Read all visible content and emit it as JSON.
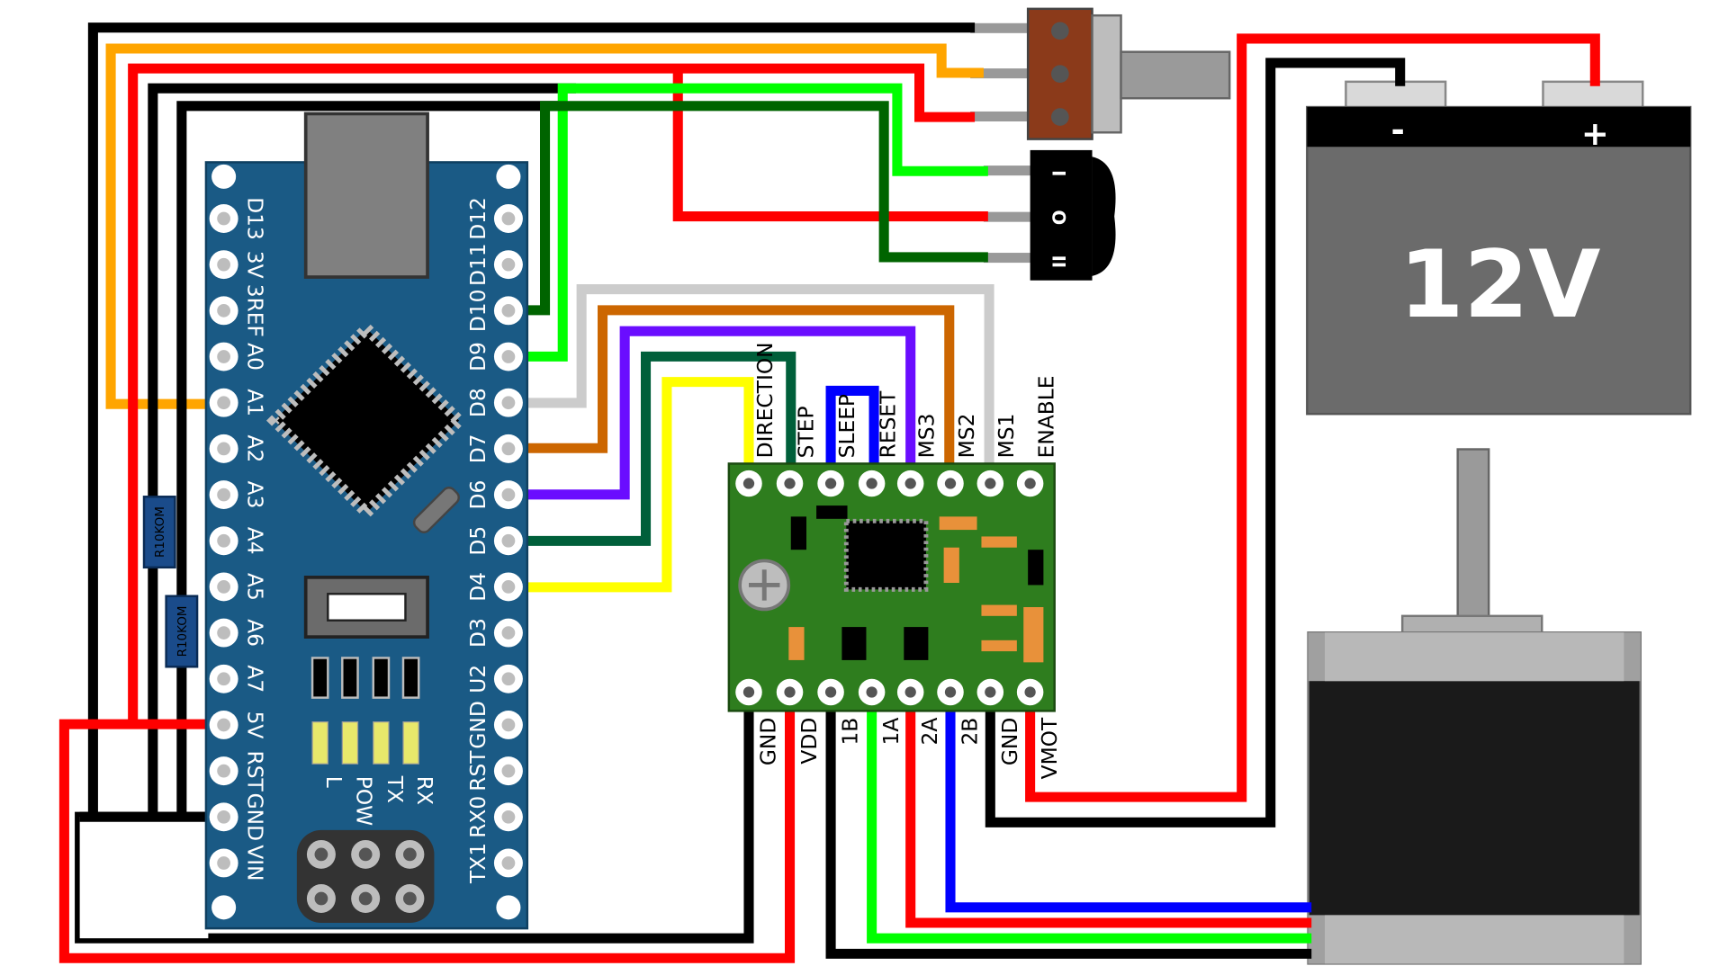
{
  "battery": {
    "voltage": "12V",
    "minus": "-",
    "plus": "+"
  },
  "arduino": {
    "left_pins": [
      "D13",
      "3V",
      "3REF",
      "A0",
      "A1",
      "A2",
      "A3",
      "A4",
      "A5",
      "A6",
      "A7",
      "5V",
      "RST",
      "GND",
      "VIN"
    ],
    "right_pins": [
      "D12",
      "D11",
      "D10",
      "D9",
      "D8",
      "D7",
      "D6",
      "D5",
      "D4",
      "D3",
      "U2",
      "GND",
      "RST",
      "RX0",
      "TX1"
    ],
    "leds": [
      "L",
      "POW",
      "TX",
      "RX"
    ]
  },
  "driver": {
    "top_pins": [
      "DIRECTION",
      "STEP",
      "SLEEP",
      "RESET",
      "MS3",
      "MS2",
      "MS1",
      "ENABLE"
    ],
    "bottom_pins": [
      "GND",
      "VDD",
      "1B",
      "1A",
      "2A",
      "2B",
      "GND",
      "VMOT"
    ]
  },
  "resistors": [
    "R10KOM",
    "R10KOM"
  ],
  "switch": {
    "positions": [
      "I",
      "O",
      "II"
    ]
  },
  "colors": {
    "black": "#000000",
    "red": "#ff0000",
    "orange": "#ffa500",
    "green": "#00ff00",
    "dark_green": "#006400",
    "gray": "#cccccc",
    "brown": "#cc6600",
    "purple": "#6a0dff",
    "teal": "#005f3a",
    "yellow": "#ffff00",
    "blue": "#0000ff",
    "arduino_blue": "#1a5a85",
    "driver_green": "#2e7d1e"
  }
}
